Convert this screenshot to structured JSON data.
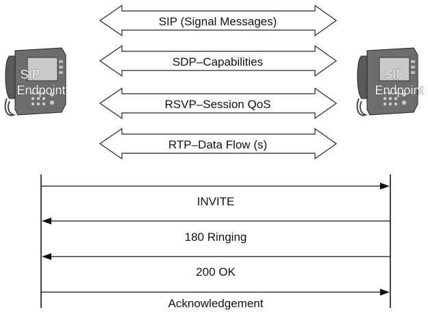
{
  "protocols": [
    {
      "label": "SIP (Signal Messages)"
    },
    {
      "label": "SDP–Capabilities"
    },
    {
      "label": "RSVP–Session QoS"
    },
    {
      "label": "RTP–Data Flow (s)"
    }
  ],
  "endpoints": {
    "left": {
      "line1": "SIP",
      "line2": "Endpoint",
      "icon": "ip-phone-icon"
    },
    "right": {
      "line1": "SIP",
      "line2": "Endpoint",
      "icon": "ip-phone-icon"
    }
  },
  "messages": [
    {
      "label": "INVITE",
      "direction": "right"
    },
    {
      "label": "180 Ringing",
      "direction": "left"
    },
    {
      "label": "200 OK",
      "direction": "left"
    },
    {
      "label": "Acknowledgement",
      "direction": "right"
    }
  ]
}
